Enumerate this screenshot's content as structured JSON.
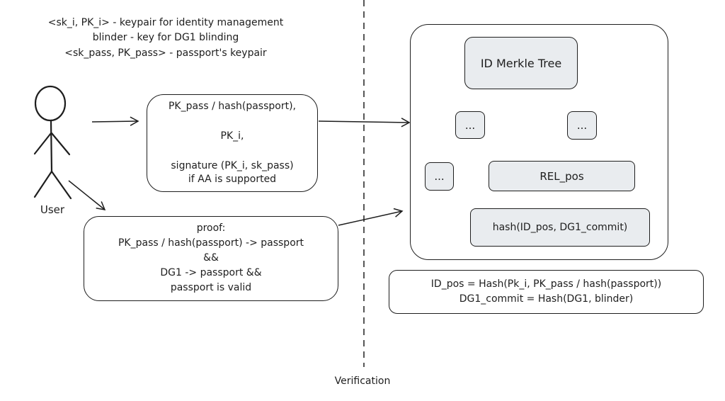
{
  "legend": {
    "line1": "<sk_i, PK_i> - keypair for identity management",
    "line2": "blinder - key for DG1 blinding",
    "line3": "<sk_pass, PK_pass> - passport's keypair"
  },
  "actor": {
    "label": "User"
  },
  "registration_box": {
    "line1": "PK_pass / hash(passport),",
    "line2": "PK_i,",
    "line3": "signature (PK_i, sk_pass)",
    "line4": "if AA is supported"
  },
  "proof_box": {
    "line1": "proof:",
    "line2": "PK_pass / hash(passport) -> passport",
    "line3": "&&",
    "line4": "DG1 -> passport &&",
    "line5": "passport is valid"
  },
  "tree": {
    "root": "ID Merkle Tree",
    "left_node": "...",
    "right_node": "...",
    "left_leaf": "...",
    "rel_pos": "REL_pos",
    "hash_leaf": "hash(ID_pos, DG1_commit)"
  },
  "formula_box": {
    "line1": "ID_pos = Hash(Pk_i, PK_pass / hash(passport))",
    "line2": "DG1_commit = Hash(DG1, blinder)"
  },
  "divider": {
    "label": "Verification"
  },
  "colors": {
    "stroke": "#1e1e1e",
    "node_fill": "#e9ecef",
    "background": "#ffffff"
  }
}
